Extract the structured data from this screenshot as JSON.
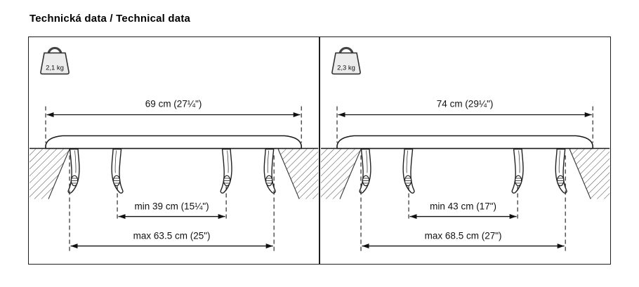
{
  "title": "Technická data / Technical data",
  "colors": {
    "line": "#1a1a1a",
    "background": "#ffffff",
    "hatch": "#555555"
  },
  "icons": {
    "weight": "weight-icon"
  },
  "panels": [
    {
      "name": "left",
      "weight": "2,1 kg",
      "width": "69 cm (27¼\")",
      "min": "min 39 cm (15¼\")",
      "max": "max 63.5 cm (25\")"
    },
    {
      "name": "right",
      "weight": "2,3 kg",
      "width": "74 cm (29¼\")",
      "min": "min 43 cm (17\")",
      "max": "max 68.5 cm (27\")"
    }
  ]
}
